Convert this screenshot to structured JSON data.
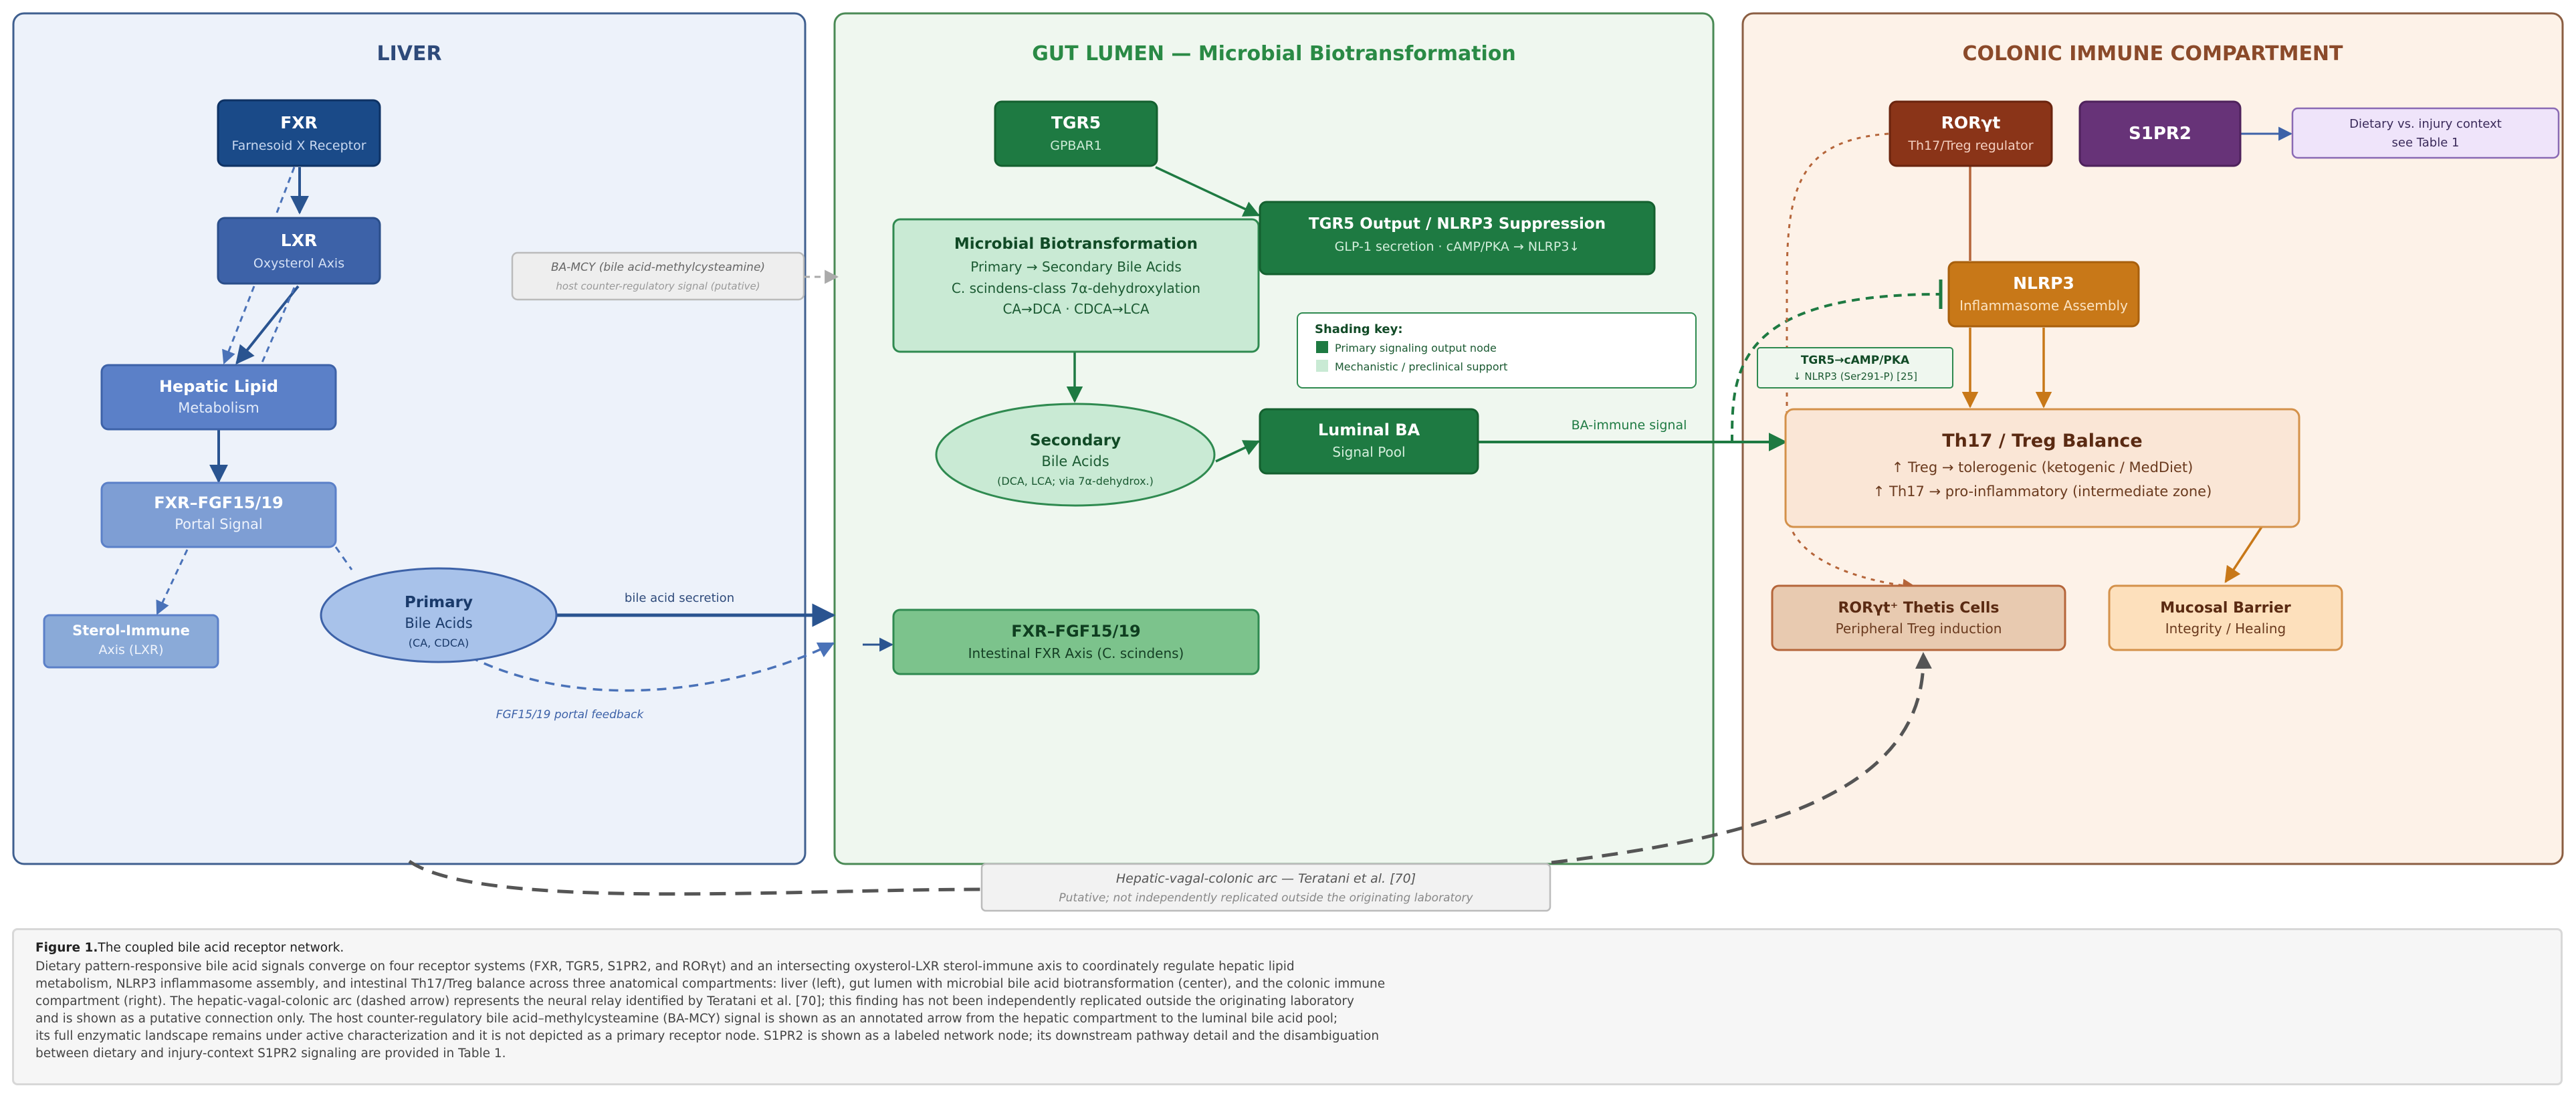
{
  "colors": {
    "liver_panel": "#edf2fa",
    "liver_border": "#3f5f8f",
    "liver_title": "#2e4a7a",
    "gut_panel": "#eff7ef",
    "gut_border": "#4a8a55",
    "gut_title": "#2a8a45",
    "immune_panel": "#fdf2e8",
    "immune_border": "#8b5e42",
    "immune_title": "#8b4a2a",
    "dark_blue": "#1a4a88",
    "mid_blue": "#3d62a8",
    "blue": "#5b80c8",
    "light_blue": "#7e9ed4",
    "dark_green": "#1e7a42",
    "light_green": "#c9ead4",
    "mid_green": "#7cc38c",
    "rust": "#8a3418",
    "purple": "#673378",
    "orange": "#c87818",
    "peach": "#fae6d6"
  },
  "panels": {
    "liver": {
      "title": "LIVER"
    },
    "gut": {
      "title": "GUT LUMEN — Microbial Biotransformation"
    },
    "immune": {
      "title": "COLONIC IMMUNE COMPARTMENT"
    }
  },
  "nodes": {
    "fxr": {
      "title": "FXR",
      "subtitle": "Farnesoid X Receptor"
    },
    "lxr": {
      "title": "LXR",
      "subtitle": "Oxysterol Axis"
    },
    "hepatic_lipid": {
      "title": "Hepatic Lipid",
      "subtitle": "Metabolism"
    },
    "fxr_fgf_portal": {
      "title": "FXR–FGF15/19",
      "subtitle": "Portal Signal"
    },
    "sterol_immune": {
      "title": "Sterol-Immune",
      "subtitle": "Axis (LXR)"
    },
    "primary_ba": {
      "title": "Primary",
      "subtitle": "Bile Acids",
      "detail": "(CA, CDCA)"
    },
    "ba_mcy": {
      "title": "BA-MCY (bile acid-methylcysteamine)",
      "subtitle": "host counter-regulatory signal (putative)"
    },
    "tgr5": {
      "title": "TGR5",
      "subtitle": "GPBAR1"
    },
    "microbial": {
      "title": "Microbial Biotransformation",
      "line1": "Primary → Secondary Bile Acids",
      "line2": "C. scindens-class 7α-dehydroxylation",
      "line3": "CA→DCA · CDCA→LCA"
    },
    "tgr5_output": {
      "title": "TGR5 Output / NLRP3 Suppression",
      "subtitle": "GLP-1 secretion · cAMP/PKA → NLRP3↓"
    },
    "shading_key": {
      "title": "Shading key:",
      "item1": "Primary signaling output node",
      "item2": "Mechanistic / preclinical support"
    },
    "secondary_ba": {
      "title": "Secondary",
      "subtitle": "Bile Acids",
      "detail": "(DCA, LCA; via 7α-dehydrox.)"
    },
    "luminal_ba": {
      "title": "Luminal BA",
      "subtitle": "Signal Pool"
    },
    "fxr_fgf_intestinal": {
      "title": "FXR–FGF15/19",
      "subtitle": "Intestinal FXR Axis (C. scindens)"
    },
    "roryt": {
      "title": "RORγt",
      "subtitle": "Th17/Treg regulator"
    },
    "s1pr2": {
      "title": "S1PR2"
    },
    "dietary_context": {
      "line1": "Dietary vs. injury context",
      "line2": "see Table 1"
    },
    "nlrp3": {
      "title": "NLRP3",
      "subtitle": "Inflammasome Assembly"
    },
    "tgr5_camp": {
      "line1": "TGR5→cAMP/PKA",
      "line2": "↓ NLRP3 (Ser291-P) [25]"
    },
    "th17_treg": {
      "title": "Th17 / Treg Balance",
      "line1": "↑ Treg → tolerogenic (ketogenic / MedDiet)",
      "line2": "↑ Th17 → pro-inflammatory (intermediate zone)"
    },
    "roryt_thetis": {
      "title": "RORγt⁺ Thetis Cells",
      "subtitle": "Peripheral Treg induction"
    },
    "mucosal_barrier": {
      "title": "Mucosal Barrier",
      "subtitle": "Integrity / Healing"
    },
    "hepatic_vagal": {
      "title": "Hepatic-vagal-colonic arc — Teratani et al. [70]",
      "subtitle": "Putative; not independently replicated outside the originating laboratory"
    }
  },
  "edge_labels": {
    "bile_acid_secretion": "bile acid secretion",
    "fgf_feedback": "FGF15/19 portal feedback",
    "ba_immune": "BA-immune signal"
  },
  "caption": {
    "label": "Figure 1.",
    "title": "The coupled bile acid receptor network.",
    "lines": [
      "Dietary pattern-responsive bile acid signals converge on four receptor systems (FXR, TGR5, S1PR2, and RORγt) and an intersecting oxysterol-LXR sterol-immune axis to coordinately regulate hepatic lipid",
      "metabolism, NLRP3 inflammasome assembly, and intestinal Th17/Treg balance across three anatomical compartments: liver (left), gut lumen with microbial bile acid biotransformation (center), and the colonic immune",
      "compartment (right). The hepatic-vagal-colonic arc (dashed arrow) represents the neural relay identified by Teratani et al. [70]; this finding has not been independently replicated outside the originating laboratory",
      "and is shown as a putative connection only. The host counter-regulatory bile acid–methylcysteamine (BA-MCY) signal is shown as an annotated arrow from the hepatic compartment to the luminal bile acid pool;",
      "its full enzymatic landscape remains under active characterization and it is not depicted as a primary receptor node. S1PR2 is shown as a labeled network node; its downstream pathway detail and the disambiguation",
      "between dietary and injury-context S1PR2 signaling are provided in Table 1."
    ]
  }
}
